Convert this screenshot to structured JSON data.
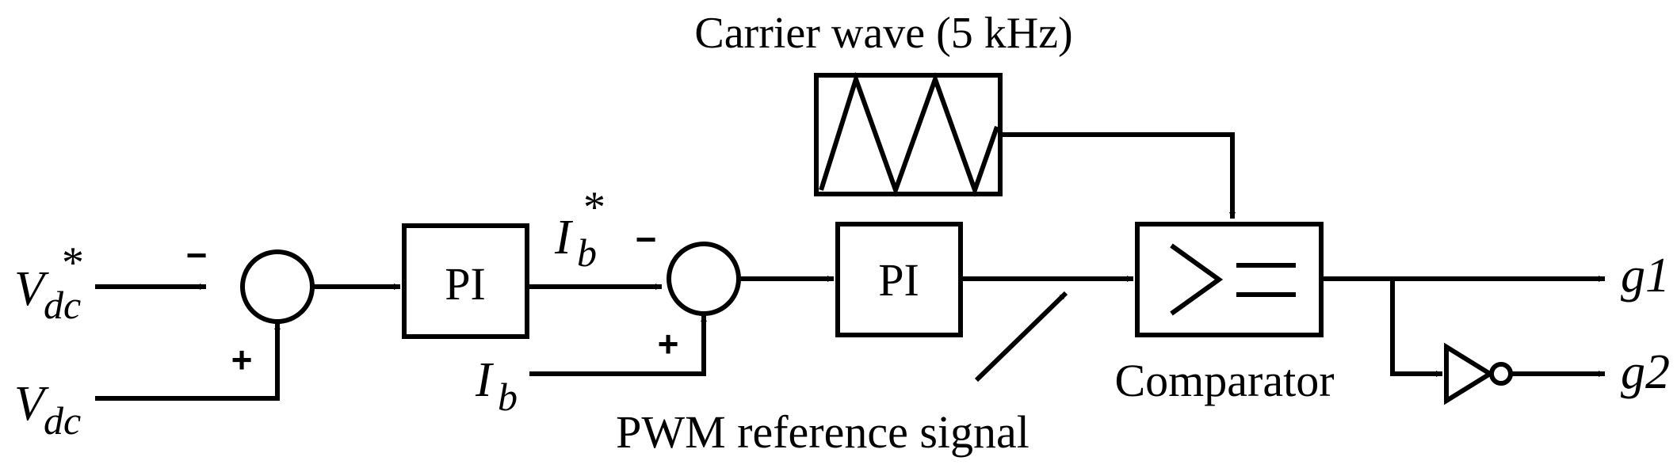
{
  "labels": {
    "carrier": "Carrier wave (5 kHz)",
    "pwm_reference": "PWM reference signal",
    "comparator": "Comparator"
  },
  "blocks": {
    "pi_voltage": "PI",
    "pi_current": "PI"
  },
  "inputs": {
    "vdc_ref": {
      "base": "V",
      "sub": "dc",
      "sup": "*"
    },
    "vdc": {
      "base": "V",
      "sub": "dc"
    },
    "ib_ref": {
      "base": "I",
      "sub": "b",
      "sup": "*"
    },
    "ib": {
      "base": "I",
      "sub": "b"
    }
  },
  "signs": {
    "sum1_minus": "−",
    "sum1_plus": "+",
    "sum2_minus": "−",
    "sum2_plus": "+"
  },
  "outputs": {
    "g1": "g1",
    "g2": "g2"
  },
  "colors": {
    "stroke": "#000000",
    "background": "#ffffff"
  }
}
